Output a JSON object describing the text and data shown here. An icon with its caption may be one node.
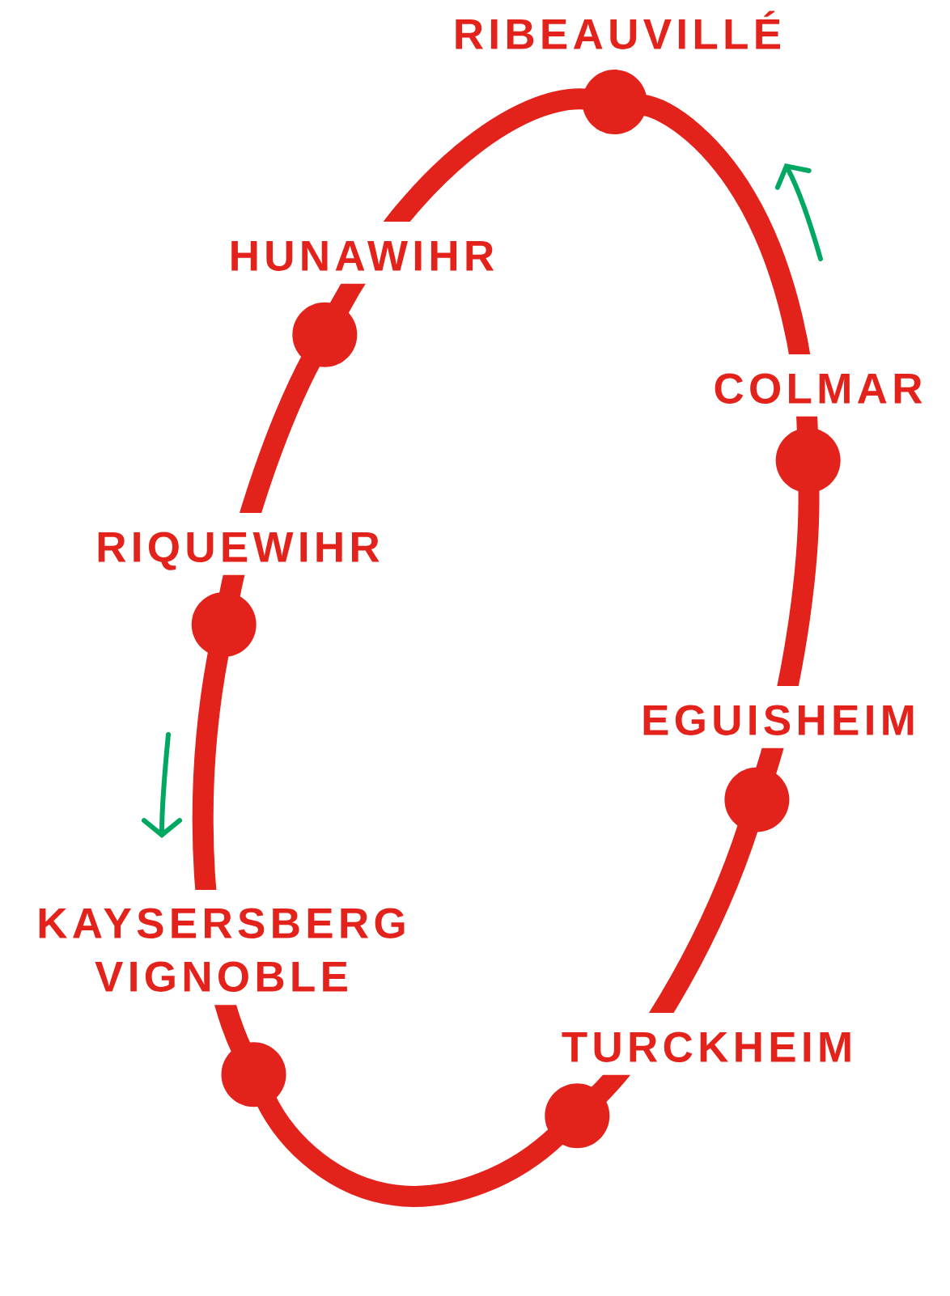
{
  "diagram": {
    "nodes": [
      {
        "text": [],
        "shape": "circle",
        "beside": [
          "RIBEAUVILLÉ"
        ]
      },
      {
        "text": [],
        "shape": "circle",
        "beside": [
          "HUNAWIHR"
        ]
      },
      {
        "text": [],
        "shape": "circle",
        "beside": [
          "RIQUEWIHR"
        ]
      },
      {
        "text": [],
        "shape": "circle",
        "beside": [
          "KAYSERSBERG VIGNOBLE"
        ]
      },
      {
        "text": [],
        "shape": "circle",
        "beside": [
          "TURCKHEIM"
        ]
      },
      {
        "text": [],
        "shape": "circle",
        "beside": [
          "EGUISHEIM"
        ]
      },
      {
        "text": [],
        "shape": "circle",
        "beside": [
          "COLMAR"
        ]
      }
    ],
    "edges": [
      {
        "from": 0,
        "to": 1,
        "arrow": "none"
      },
      {
        "from": 1,
        "to": 2,
        "arrow": "none"
      },
      {
        "from": 2,
        "to": 3,
        "arrow": "none"
      },
      {
        "from": 3,
        "to": 4,
        "arrow": "none"
      },
      {
        "from": 4,
        "to": 5,
        "arrow": "none"
      },
      {
        "from": 5,
        "to": 6,
        "arrow": "none"
      },
      {
        "from": 6,
        "to": 0,
        "arrow": "none"
      }
    ]
  }
}
